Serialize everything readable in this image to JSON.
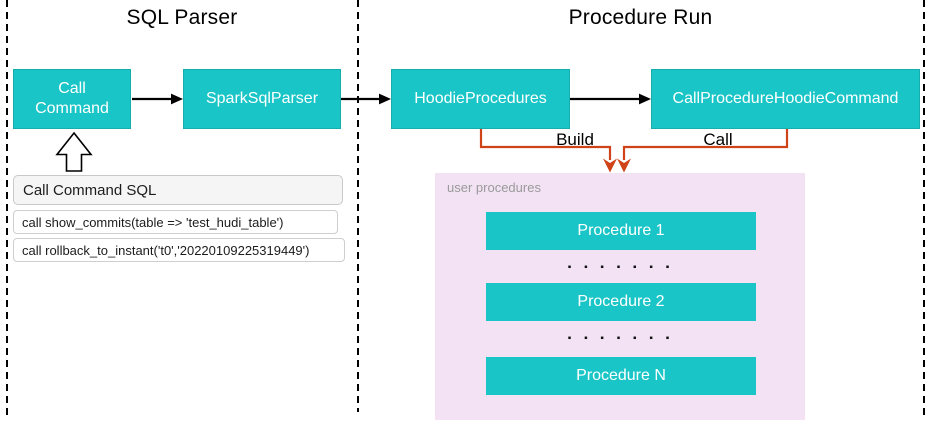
{
  "sections": {
    "sql_parser_title": "SQL Parser",
    "procedure_run_title": "Procedure Run"
  },
  "nodes": {
    "call_command": "Call Command",
    "spark_sql_parser": "SparkSqlParser",
    "hoodie_procedures": "HoodieProcedures",
    "call_procedure_hoodie_command": "CallProcedureHoodieCommand"
  },
  "connectors": {
    "build_label": "Build",
    "call_label": "Call"
  },
  "sql_panel": {
    "title": "Call Command SQL",
    "rows": [
      "call show_commits(table => 'test_hudi_table')",
      "call rollback_to_instant('t0','20220109225319449')"
    ]
  },
  "user_procedures": {
    "label": "user procedures",
    "items": [
      "Procedure 1",
      "Procedure 2",
      "Procedure N"
    ],
    "dots": "▪ ▪ ▪ ▪ ▪ ▪ ▪"
  },
  "colors": {
    "node_fill": "#1ac5c7",
    "connector_orange": "#d04318",
    "panel_purple": "#f2e2f4"
  }
}
